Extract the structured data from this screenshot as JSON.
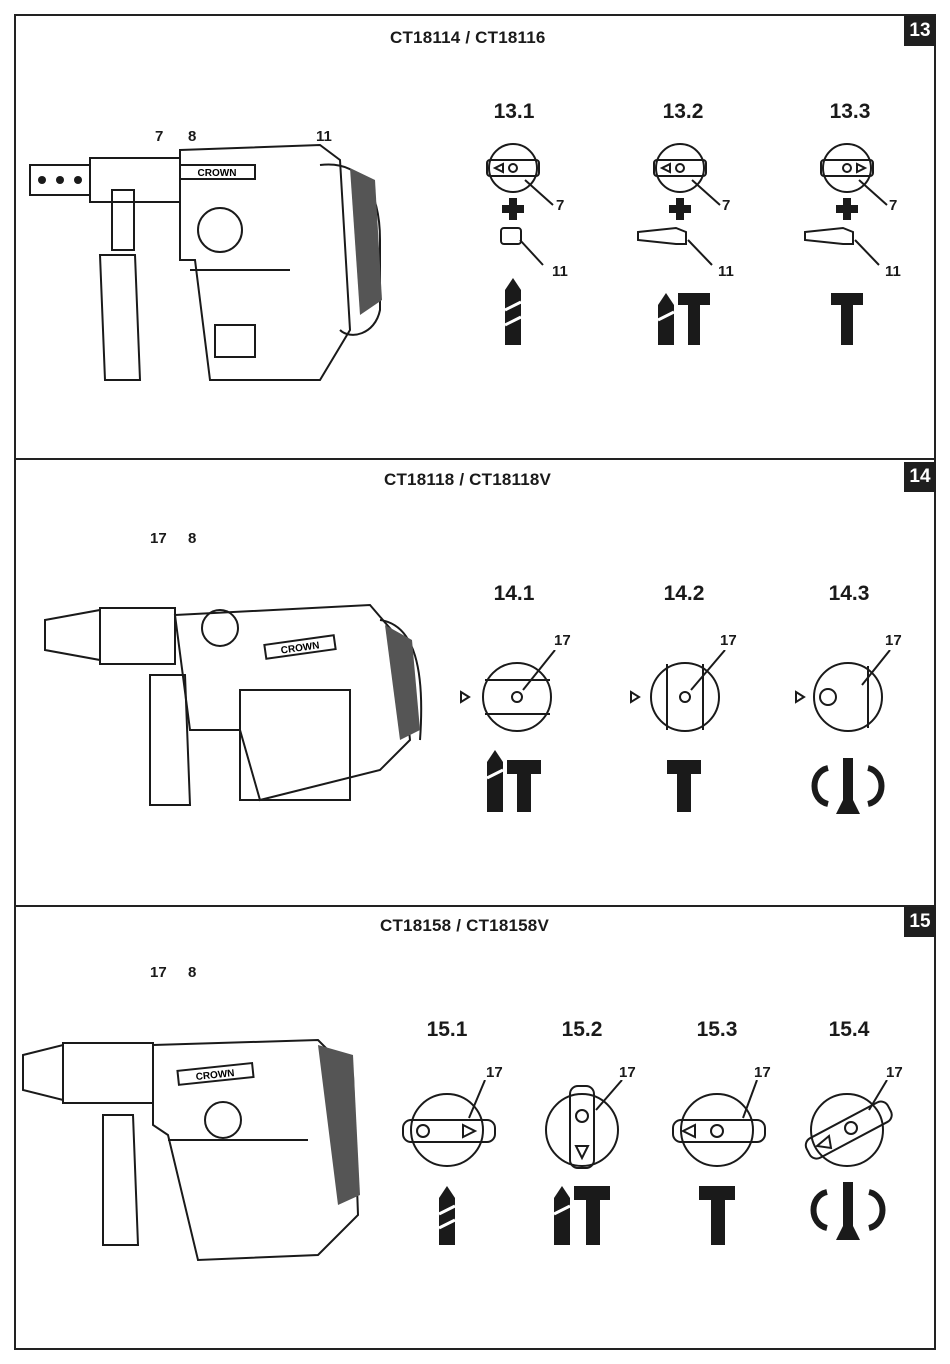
{
  "sections": [
    {
      "badge": "13",
      "model": "CT18114 / CT18116",
      "tool_callouts": [
        "7",
        "8",
        "11"
      ],
      "positions": [
        {
          "label": "13.1",
          "callouts": [
            "7",
            "11"
          ],
          "mode": "drill"
        },
        {
          "label": "13.2",
          "callouts": [
            "7",
            "11"
          ],
          "mode": "hammer-drill"
        },
        {
          "label": "13.3",
          "callouts": [
            "7",
            "11"
          ],
          "mode": "hammer"
        }
      ]
    },
    {
      "badge": "14",
      "model": "CT18118 / CT18118V",
      "tool_callouts": [
        "17",
        "8"
      ],
      "positions": [
        {
          "label": "14.1",
          "callouts": [
            "17"
          ],
          "mode": "hammer-drill"
        },
        {
          "label": "14.2",
          "callouts": [
            "17"
          ],
          "mode": "hammer"
        },
        {
          "label": "14.3",
          "callouts": [
            "17"
          ],
          "mode": "chisel-adjust"
        }
      ]
    },
    {
      "badge": "15",
      "model": "CT18158 /  CT18158V",
      "tool_callouts": [
        "17",
        "8"
      ],
      "positions": [
        {
          "label": "15.1",
          "callouts": [
            "17"
          ],
          "mode": "drill"
        },
        {
          "label": "15.2",
          "callouts": [
            "17"
          ],
          "mode": "hammer-drill"
        },
        {
          "label": "15.3",
          "callouts": [
            "17"
          ],
          "mode": "hammer"
        },
        {
          "label": "15.4",
          "callouts": [
            "17"
          ],
          "mode": "chisel-adjust"
        }
      ]
    }
  ],
  "brand_text": "CROWN",
  "colors": {
    "line": "#1a1a1a",
    "badge_bg": "#1f1f1f",
    "shade": "#555555"
  }
}
